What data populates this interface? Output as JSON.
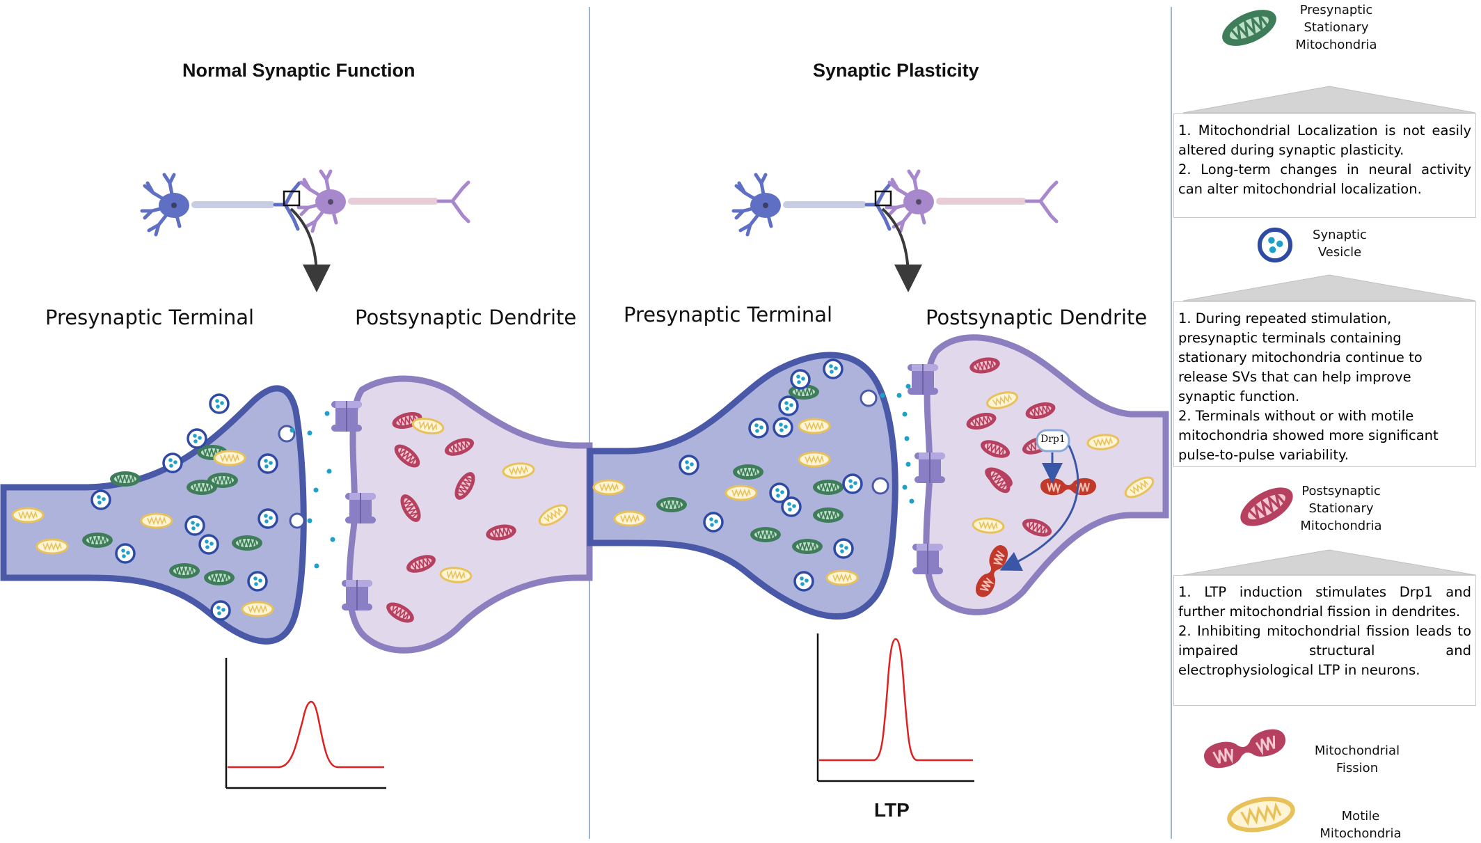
{
  "panels": {
    "left": {
      "title": "Normal Synaptic Function",
      "presynaptic_label": "Presynaptic Terminal",
      "postsynaptic_label": "Postsynaptic Dendrite"
    },
    "middle": {
      "title": "Synaptic Plasticity",
      "presynaptic_label": "Presynaptic Terminal",
      "postsynaptic_label": "Postsynaptic Dendrite",
      "drp1_label": "Drp1",
      "graph_label": "LTP"
    }
  },
  "legend": {
    "presynaptic_mito": [
      "Presynaptic",
      "Stationary",
      "Mitochondria"
    ],
    "box1": [
      "1. Mitochondrial Localization is not easily altered during synaptic plasticity.",
      "2. Long-term changes in neural activity can alter mitochondrial localization."
    ],
    "synaptic_vesicle": [
      "Synaptic",
      "Vesicle"
    ],
    "box2": [
      "1. During repeated stimulation, presynaptic terminals containing stationary mitochondria continue to release SVs that can help improve synaptic function.",
      "2. Terminals without or with motile mitochondria showed more significant pulse-to-pulse variability."
    ],
    "postsynaptic_mito": [
      "Postsynaptic",
      "Stationary",
      "Mitochondria"
    ],
    "box3": [
      "1. LTP induction stimulates Drp1 and further mitochondrial fission in dendrites.",
      "2. Inhibiting mitochondrial fission leads to impaired structural and electrophysiological LTP in neurons."
    ],
    "fission": [
      "Mitochondrial",
      "Fission"
    ],
    "motile": [
      "Motile",
      "Mitochondria"
    ]
  },
  "colors": {
    "pre_fill": "#aeb3dc",
    "pre_stroke": "#4a58a8",
    "post_fill": "#e2d8eb",
    "post_stroke": "#8c7fc0",
    "green_mito": "#3f7d5a",
    "red_mito": "#b5405f",
    "yellow_mito": "#e8c15a",
    "fission_red": "#c0392b",
    "vesicle_ring": "#2f4aa3",
    "neurotransmitter": "#1fa0c8",
    "receptor": "#8a7fc4",
    "trace": "#e02020",
    "divider": "#9fb4cc"
  }
}
